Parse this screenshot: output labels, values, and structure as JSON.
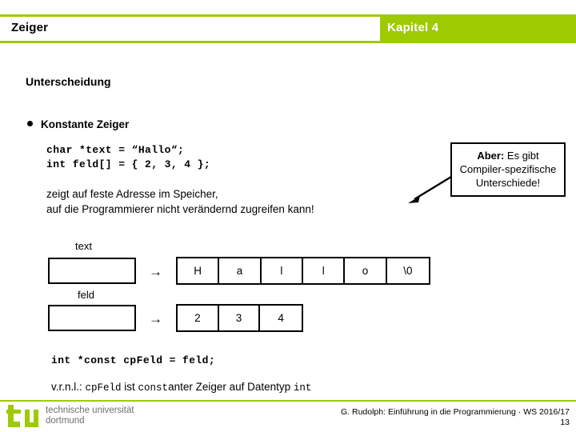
{
  "header": {
    "title": "Zeiger",
    "chapter": "Kapitel 4",
    "accent_color": "#9ECA02"
  },
  "content": {
    "section_heading": "Unterscheidung",
    "bullet": {
      "marker": "bullet-dot",
      "label": "Konstante Zeiger"
    },
    "code_declaration": "char *text = “Hallo“;\nint feld[] = { 2, 3, 4 };",
    "description": "zeigt auf feste Adresse im Speicher,\nauf die Programmierer nicht verändernd zugreifen kann!"
  },
  "callout": {
    "lead": "Aber:",
    "rest": " Es gibt Compiler-spezifische Unterschiede!",
    "arrow_icon": "arrow-down-left-icon"
  },
  "diagrams": [
    {
      "name": "text",
      "label": "text",
      "pointer_box_value": "",
      "arrow": "→",
      "cells": [
        "H",
        "a",
        "l",
        "l",
        "o",
        "\\0"
      ]
    },
    {
      "name": "feld",
      "label": "feld",
      "pointer_box_value": "",
      "arrow": "→",
      "cells": [
        "2",
        "3",
        "4"
      ]
    }
  ],
  "bottom": {
    "code": "int *const cpFeld = feld;",
    "note": {
      "prefix": "v.r.n.l.: ",
      "mono1": "cpFeld",
      "mid1": " ist ",
      "mono2": "const",
      "mid2": "anter Zeiger auf Datentyp ",
      "mono3": "int"
    }
  },
  "footer": {
    "logo_line1": "technische universität",
    "logo_line2": "dortmund",
    "logo_mark": "tu",
    "credit": "G. Rudolph: Einführung in die Programmierung · WS 2016/17",
    "page_number": "13"
  }
}
